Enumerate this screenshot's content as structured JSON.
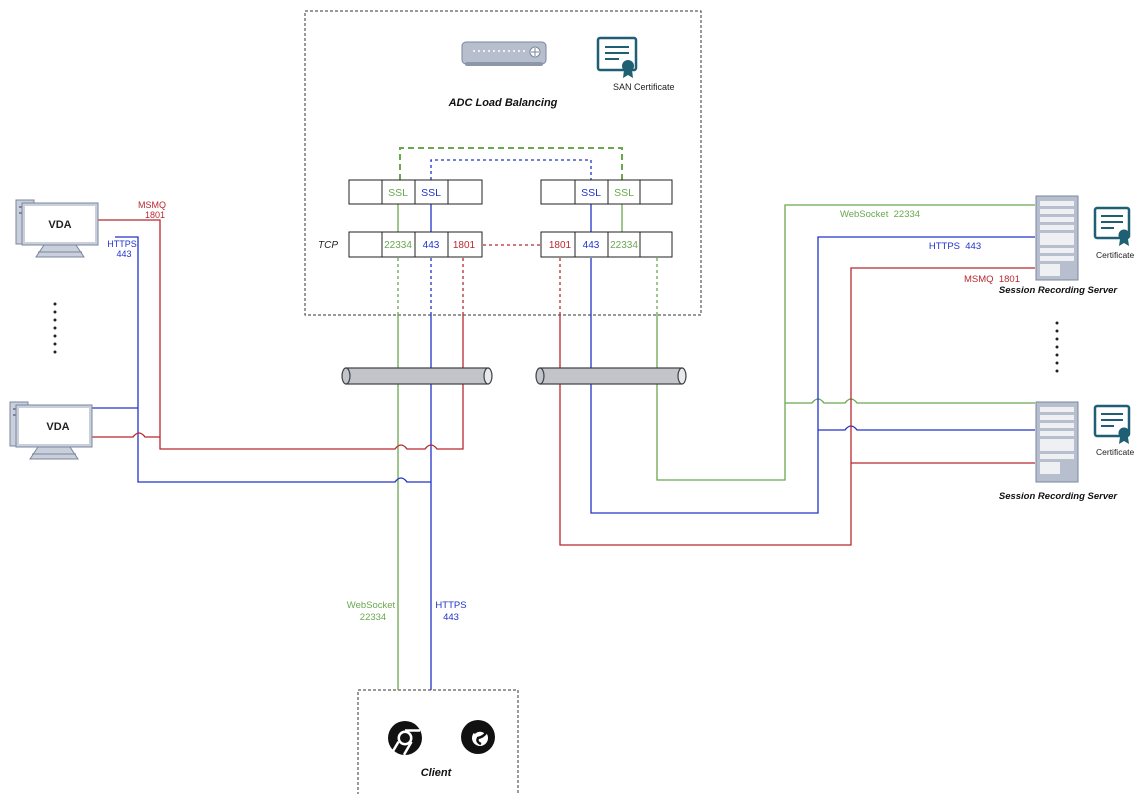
{
  "colors": {
    "green": "#6aa84f",
    "blue": "#2133c9",
    "red": "#b8282e",
    "gray": "#9aa3b5",
    "teal": "#1f5f73"
  },
  "adc": {
    "title": "ADC Load Balancing",
    "san_certificate": "SAN Certificate",
    "tcp_label": "TCP",
    "left_ssl": [
      "SSL",
      "SSL"
    ],
    "left_tcp": [
      "22334",
      "443",
      "1801"
    ],
    "right_ssl": [
      "SSL",
      "SSL"
    ],
    "right_tcp": [
      "1801",
      "443",
      "22334"
    ]
  },
  "vda": {
    "top_label": "VDA",
    "bottom_label": "VDA",
    "msmq_label": "MSMQ",
    "msmq_port": "1801",
    "https_label": "HTTPS",
    "https_port": "443"
  },
  "servers": {
    "websocket_label": "WebSocket  22334",
    "https_label": "HTTPS  443",
    "msmq_label": "MSMQ  1801",
    "top_name": "Session Recording Server",
    "bottom_name": "Session Recording Server",
    "certificate_label": "Certificate",
    "certificate_label_2": "Certificate"
  },
  "client": {
    "title": "Client",
    "websocket_label": "WebSocket",
    "websocket_port": "22334",
    "https_label": "HTTPS",
    "https_port": "443",
    "icons": [
      "chrome-icon",
      "firefox-icon"
    ]
  }
}
